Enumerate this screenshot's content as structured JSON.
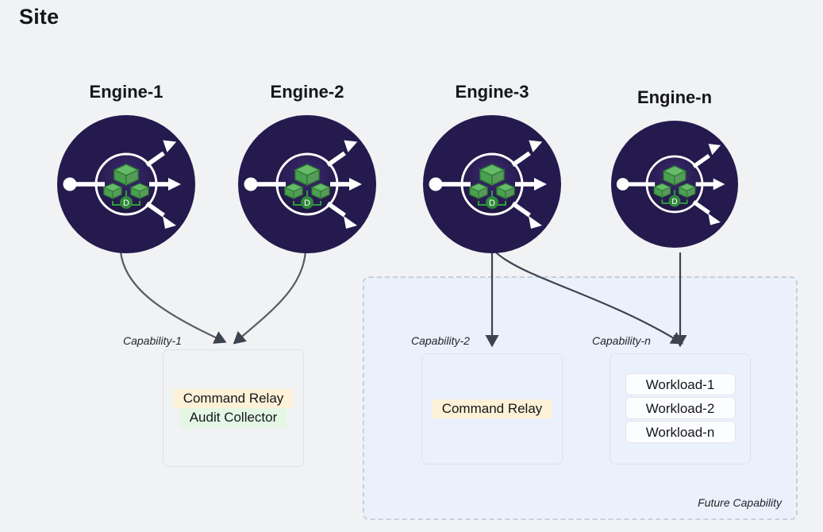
{
  "diagram": {
    "title": "Site",
    "background_color": "#f1f2f4"
  },
  "engines": [
    {
      "label": "Engine-1",
      "icon": "engine-cluster-icon"
    },
    {
      "label": "Engine-2",
      "icon": "engine-cluster-icon"
    },
    {
      "label": "Engine-3",
      "icon": "engine-cluster-icon"
    },
    {
      "label": "Engine-n",
      "icon": "engine-cluster-icon"
    }
  ],
  "capabilities": [
    {
      "label": "Capability-1",
      "services": [
        {
          "name": "Command Relay",
          "color": "#fdf1d7"
        },
        {
          "name": "Audit Collector",
          "color": "#e4f6e4"
        }
      ],
      "workloads": []
    },
    {
      "label": "Capability-2",
      "services": [
        {
          "name": "Command Relay",
          "color": "#fdf1d7"
        }
      ],
      "workloads": []
    },
    {
      "label": "Capability-n",
      "services": [],
      "workloads": [
        "Workload-1",
        "Workload-2",
        "Workload-n"
      ]
    }
  ],
  "future_region": {
    "label": "Future Capability",
    "fill_color": "#eaf1fc",
    "border_color": "#c9ced6",
    "border_style": "dashed"
  },
  "connections": [
    {
      "from": "Engine-1",
      "to": "Capability-1",
      "style": "curved"
    },
    {
      "from": "Engine-2",
      "to": "Capability-1",
      "style": "curved"
    },
    {
      "from": "Engine-3",
      "to": "Capability-2",
      "style": "straight"
    },
    {
      "from": "Engine-3",
      "to": "Capability-n",
      "style": "curved"
    },
    {
      "from": "Engine-n",
      "to": "Capability-n",
      "style": "straight"
    }
  ],
  "colors": {
    "engine_circle": "#251a4d",
    "engine_accent": "#ffffff",
    "cluster_green": "#4caf50",
    "edge": "#3d4450"
  }
}
